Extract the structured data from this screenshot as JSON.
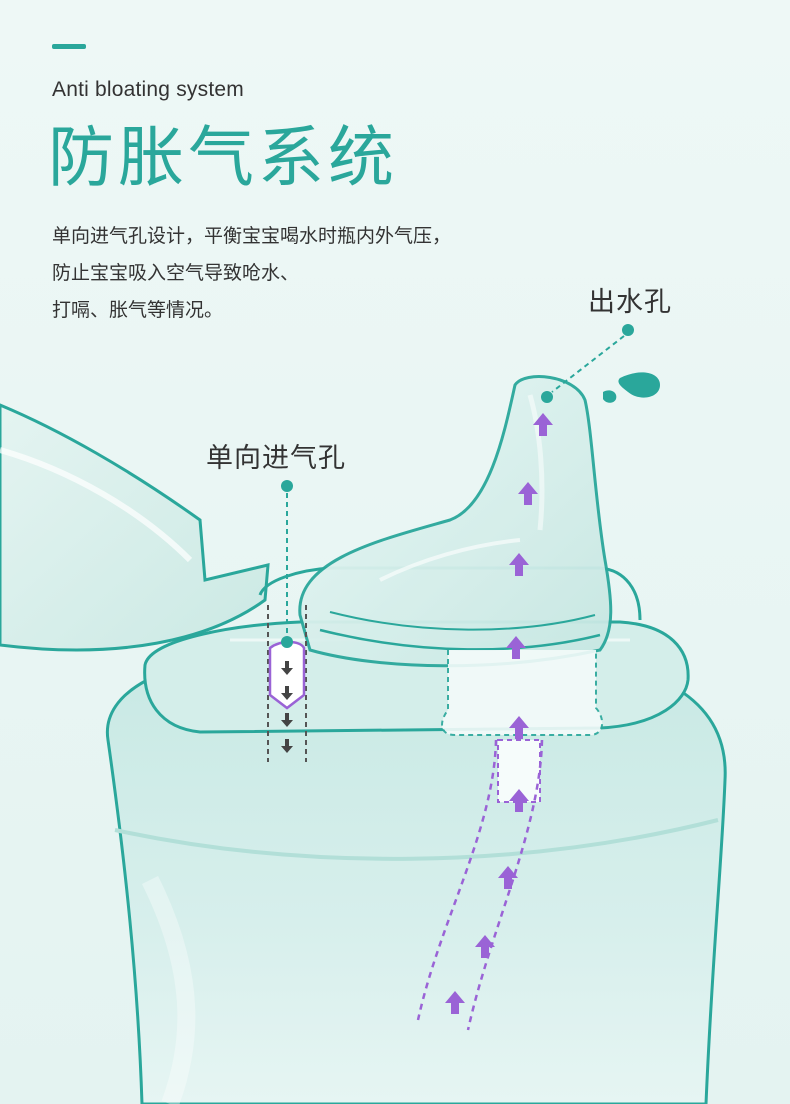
{
  "header": {
    "subtitle": "Anti bloating system",
    "title": "防胀气系统"
  },
  "description": {
    "lines": [
      "单向进气孔设计，平衡宝宝喝水时瓶内外气压，",
      "防止宝宝吸入空气导致呛水、",
      "打嗝、胀气等情况。"
    ]
  },
  "callouts": {
    "outlet_label": "出水孔",
    "vent_label": "单向进气孔"
  },
  "colors": {
    "accent": "#2aa79b",
    "arrow_purple": "#9a63d6",
    "vent_arrow": "#444444",
    "bottle_fill": "#cdebe7",
    "background": "#eaf6f4"
  },
  "icons": {
    "water_drop": "water-drop-icon",
    "flow_arrow": "arrow-up-icon",
    "vent_arrow": "arrow-down-icon"
  }
}
